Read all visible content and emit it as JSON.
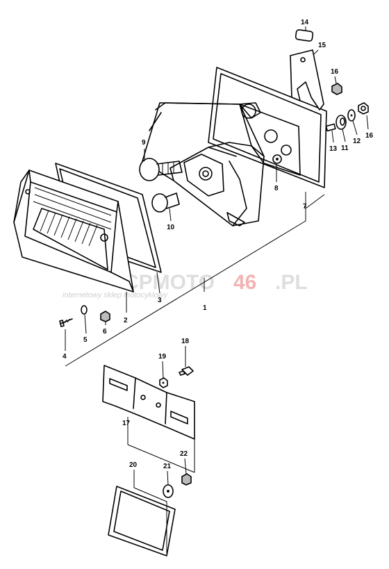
{
  "watermark": {
    "brand_prefix": "CPMOTO",
    "brand_number": "46",
    "brand_suffix": ".PL",
    "tagline": "internetowy sklep motocyklowy"
  },
  "callouts": [
    "1",
    "2",
    "3",
    "4",
    "5",
    "6",
    "7",
    "8",
    "9",
    "10",
    "11",
    "12",
    "13",
    "14",
    "15",
    "16",
    "16",
    "17",
    "18",
    "19",
    "20",
    "21",
    "22"
  ]
}
